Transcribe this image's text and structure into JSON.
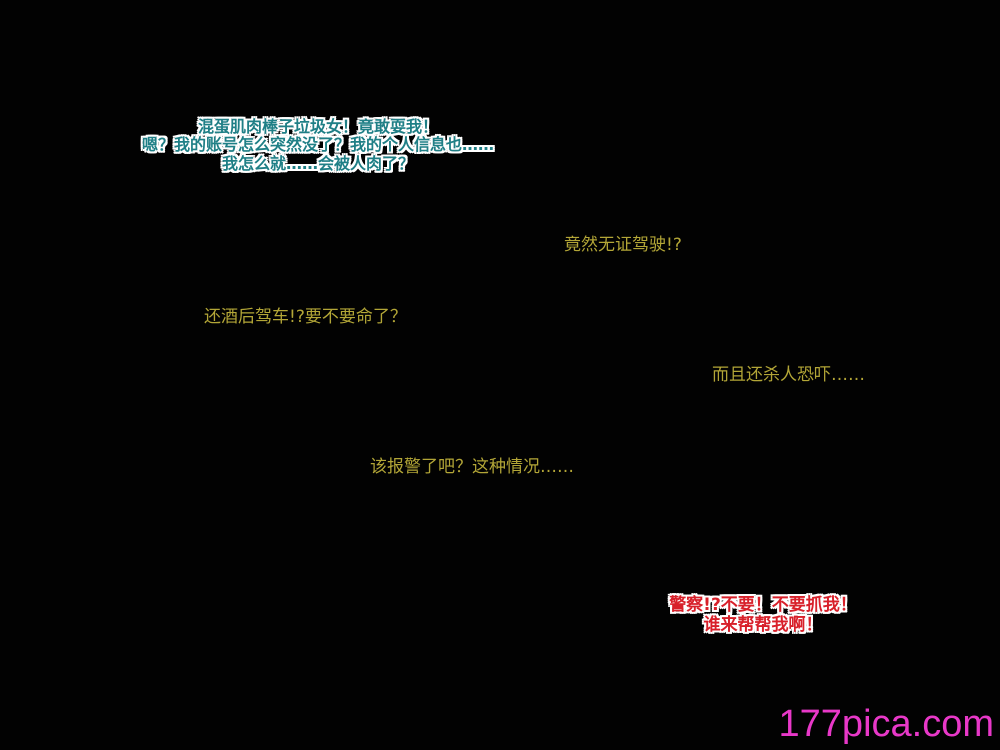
{
  "teal_bubble": {
    "line1": "混蛋肌肉棒子垃圾女！竟敢耍我！",
    "line2": "嗯？我的账号怎么突然没了？我的个人信息也……",
    "line3": "我怎么就……会被人肉了？"
  },
  "narration": {
    "line1": "竟然无证驾驶!?",
    "line2": "还酒后驾车!?要不要命了？",
    "line3": "而且还杀人恐吓……",
    "line4": "该报警了吧？这种情况……"
  },
  "red_bubble": {
    "line1": "警察!?不要！不要抓我！",
    "line2": "谁来帮帮我啊！"
  },
  "watermark": "177pica.com",
  "colors": {
    "background": "#020202",
    "teal_text": "#1f7f86",
    "narration_text": "#b3a637",
    "red_text": "#d8202a",
    "watermark": "#e838c8"
  }
}
